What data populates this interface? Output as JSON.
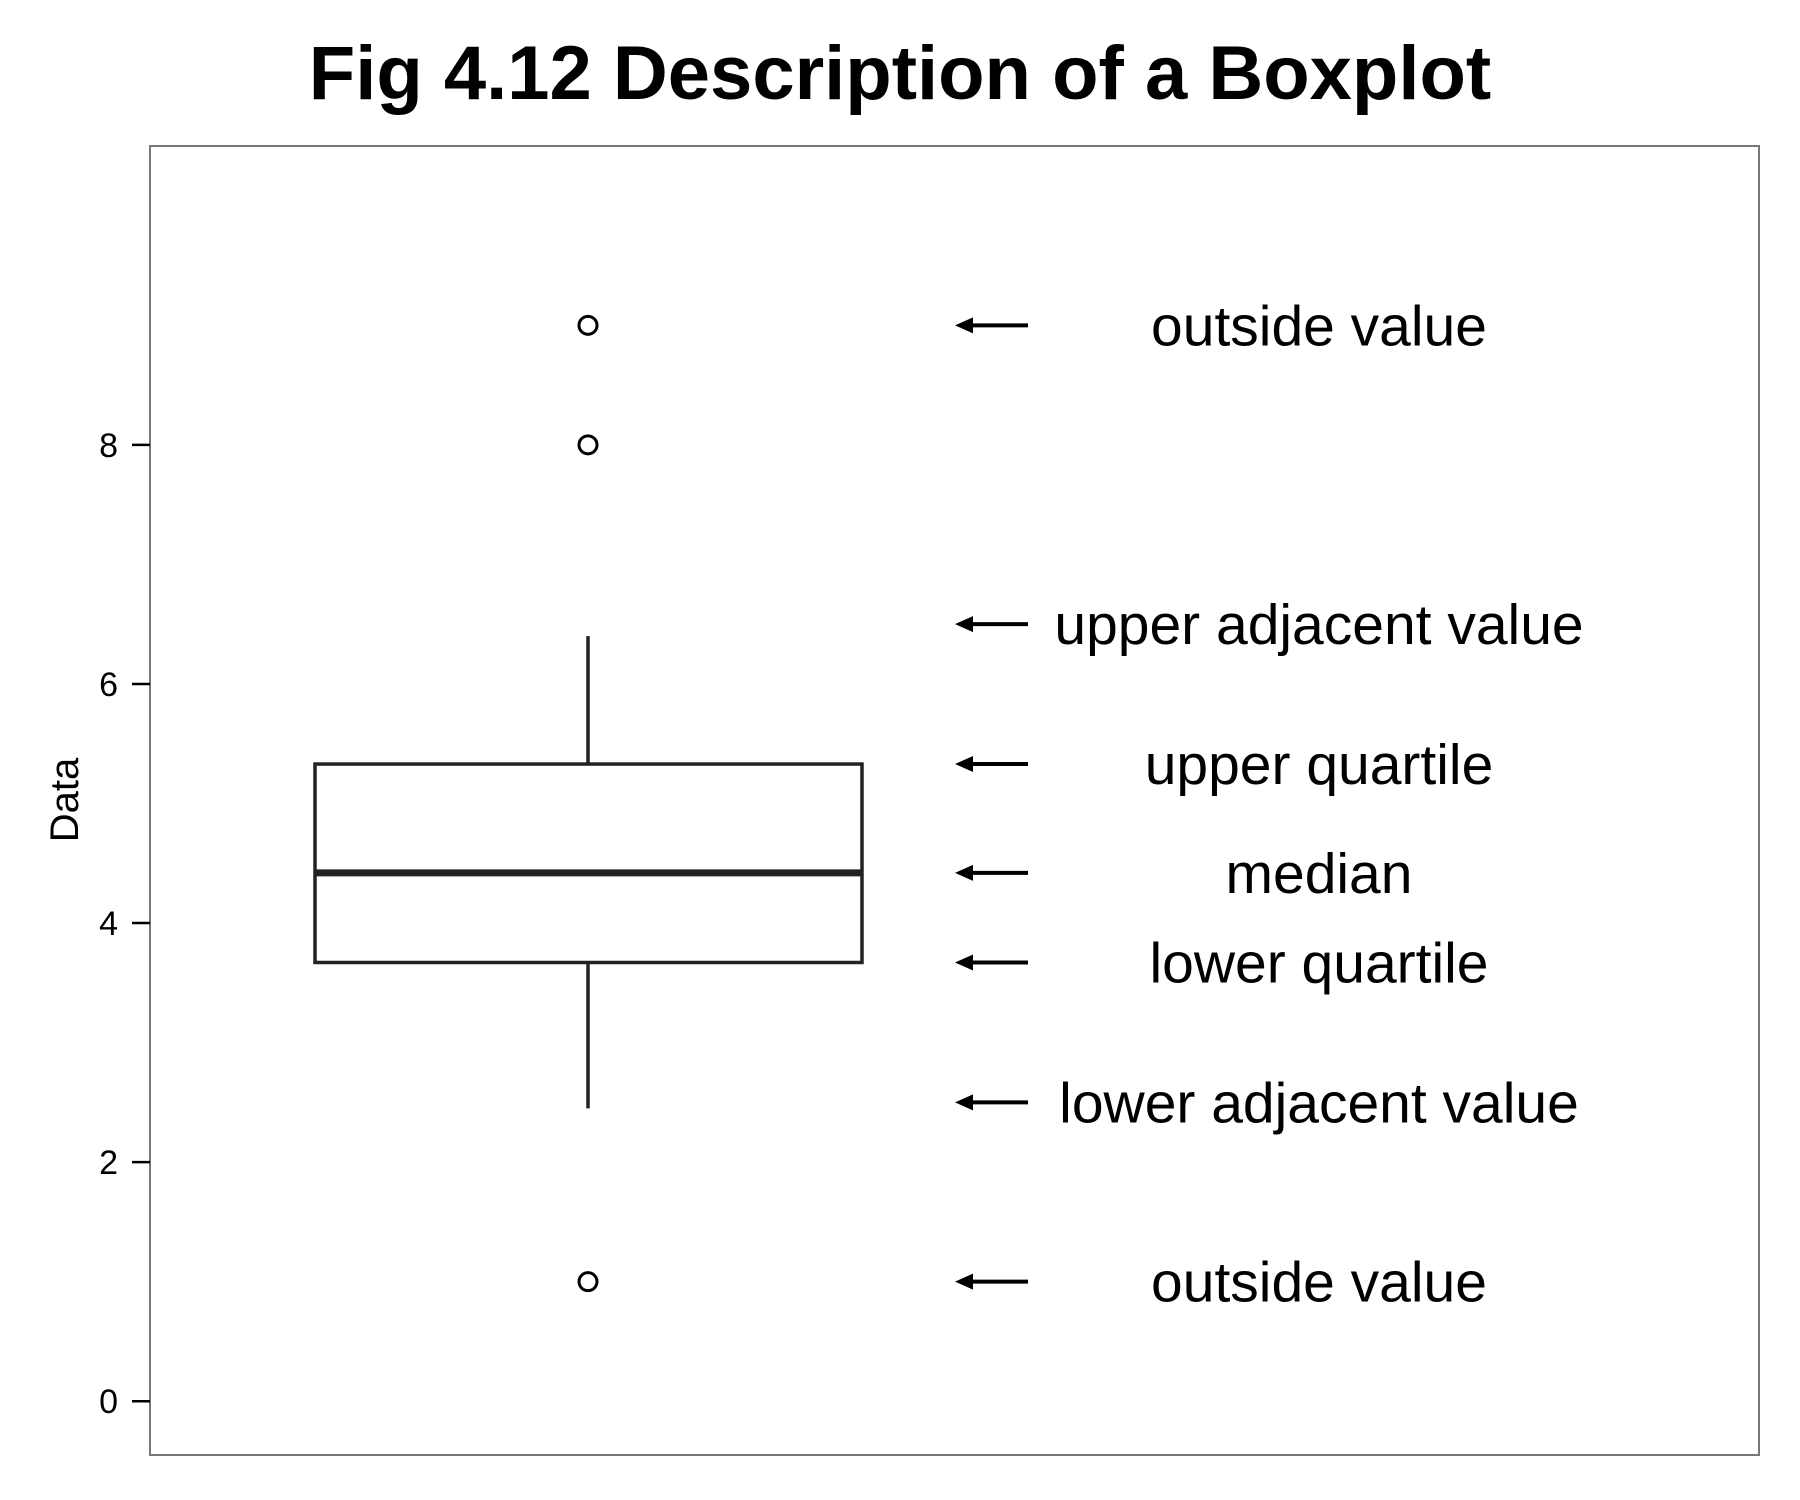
{
  "chart_data": {
    "type": "boxplot",
    "title": "Fig 4.12 Description of a Boxplot",
    "ylabel": "Data",
    "xlabel": "",
    "ylim": [
      -0.45,
      10.5
    ],
    "yticks": [
      0,
      2,
      4,
      6,
      8
    ],
    "grid": false,
    "box": {
      "lower_adjacent": 2.45,
      "lower_quartile": 3.67,
      "median": 4.42,
      "upper_quartile": 5.33,
      "upper_adjacent": 6.4
    },
    "outliers": [
      9,
      8,
      1
    ],
    "annotations": [
      {
        "text": "outside value",
        "y": 9
      },
      {
        "text": "upper adjacent value",
        "y": 6.5
      },
      {
        "text": "upper quartile",
        "y": 5.33
      },
      {
        "text": "median",
        "y": 4.42
      },
      {
        "text": "lower quartile",
        "y": 3.67
      },
      {
        "text": "lower adjacent value",
        "y": 2.5
      },
      {
        "text": "outside value",
        "y": 1
      }
    ],
    "colors": {
      "line": "#222222",
      "frame": "#777777"
    }
  }
}
